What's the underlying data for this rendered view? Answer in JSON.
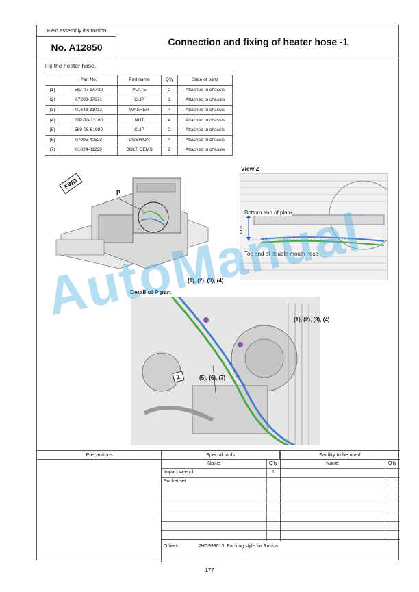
{
  "header": {
    "label": "Field assembly instruction",
    "number": "No. A12850",
    "title": "Connection and fixing of heater hose -1"
  },
  "instruction": "Fix the heater hose.",
  "parts_table": {
    "columns": [
      "",
      "Part No.",
      "Part name",
      "Q'ty",
      "State of parts"
    ],
    "rows": [
      [
        "(1)",
        "562-07-3A430",
        "PLATE",
        "2",
        "Attached to chassis"
      ],
      [
        "(2)",
        "07283-37671",
        "CLIP",
        "2",
        "Attached to chassis"
      ],
      [
        "(3)",
        "01643-31032",
        "WASHER",
        "4",
        "Attached to chassis"
      ],
      [
        "(4)",
        "22P-70-12160",
        "NUT",
        "4",
        "Attached to chassis"
      ],
      [
        "(5)",
        "569-06-61980",
        "CLIP",
        "2",
        "Attached to chassis"
      ],
      [
        "(6)",
        "07095-40523",
        "CUSHION",
        "4",
        "Attached to chassis"
      ],
      [
        "(7)",
        "01024-81220",
        "BOLT, SEMS",
        "2",
        "Attached to chassis"
      ]
    ]
  },
  "figures": {
    "overview": {
      "fwd_label": "FWD",
      "p_label": "P"
    },
    "view_z": {
      "title": "View Z",
      "bottom_label": "Bottom end of plate",
      "top_label": "Top end of double-mouth hose",
      "dimension": "115"
    },
    "detail_p": {
      "title": "Detail of P part",
      "callout_top": "(1), (2), (3), (4)",
      "callout_right": "(1), (2), (3), (4)",
      "callout_bottom": "(5), (6), (7)",
      "z_label": "Z"
    }
  },
  "watermark": "AutoManual",
  "bottom": {
    "precautions_label": "Precautions",
    "special_tools_label": "Special tools",
    "facility_label": "Facility to be used",
    "name_label": "Name",
    "qty_label": "Q'ty",
    "tools": [
      {
        "name": "Impact wrench",
        "qty": "1"
      },
      {
        "name": "Socket set",
        "qty": ""
      }
    ],
    "others_label": "Others",
    "others_value": "7HC998013: Packing style for Russia"
  },
  "page_number": "177",
  "colors": {
    "border": "#555555",
    "watermark": "#5ab4e6",
    "hose_green": "#4aa84a",
    "hose_blue": "#4a7ec8"
  }
}
